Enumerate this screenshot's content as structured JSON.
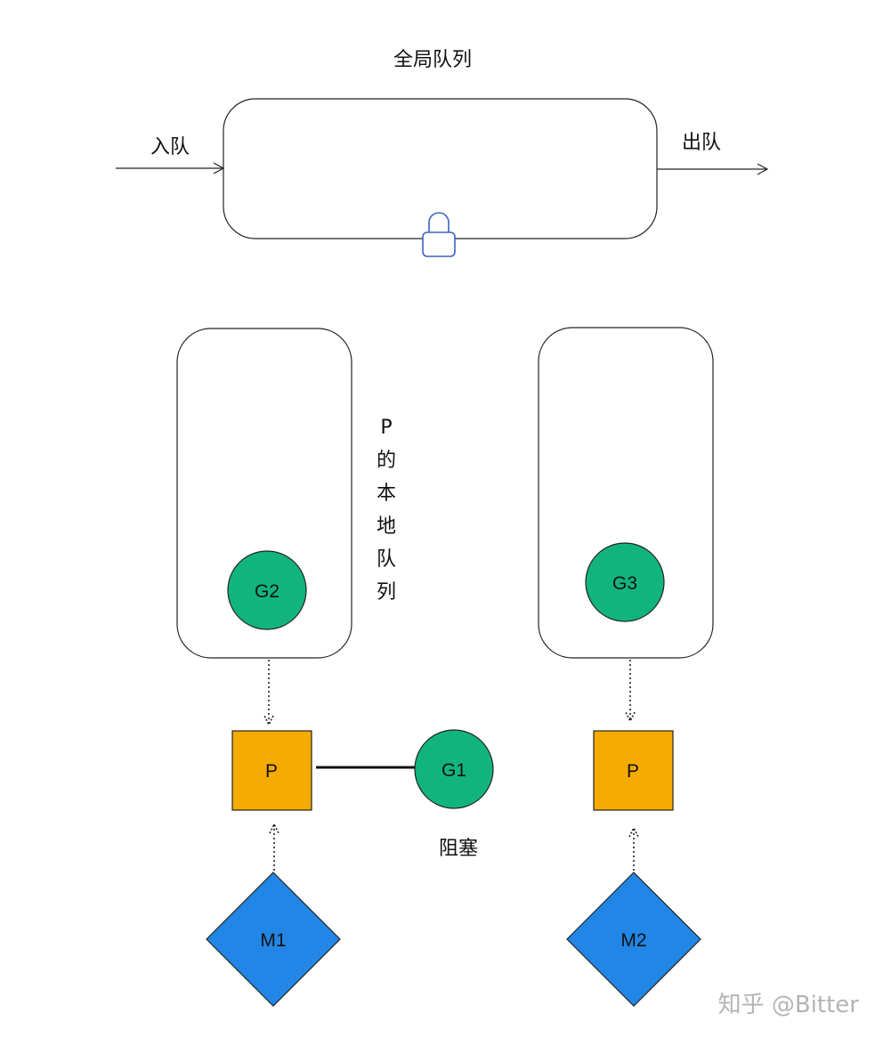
{
  "global_queue": {
    "title": "全局队列",
    "enqueue_label": "入队",
    "dequeue_label": "出队",
    "lock_icon": "lock-icon"
  },
  "local_queue": {
    "label_chars": [
      "P",
      "的",
      "本",
      "地",
      "队",
      "列"
    ]
  },
  "goroutines": {
    "g1": "G1",
    "g2": "G2",
    "g3": "G3"
  },
  "processors": {
    "left": "P",
    "right": "P"
  },
  "machines": {
    "m1": "M1",
    "m2": "M2"
  },
  "blocked_label": "阻塞",
  "watermark": "知乎 @Bitter",
  "colors": {
    "goroutine_fill": "#12b47e",
    "processor_fill": "#f6ab00",
    "machine_fill": "#2286e6",
    "lock_stroke": "#3b63c2"
  }
}
